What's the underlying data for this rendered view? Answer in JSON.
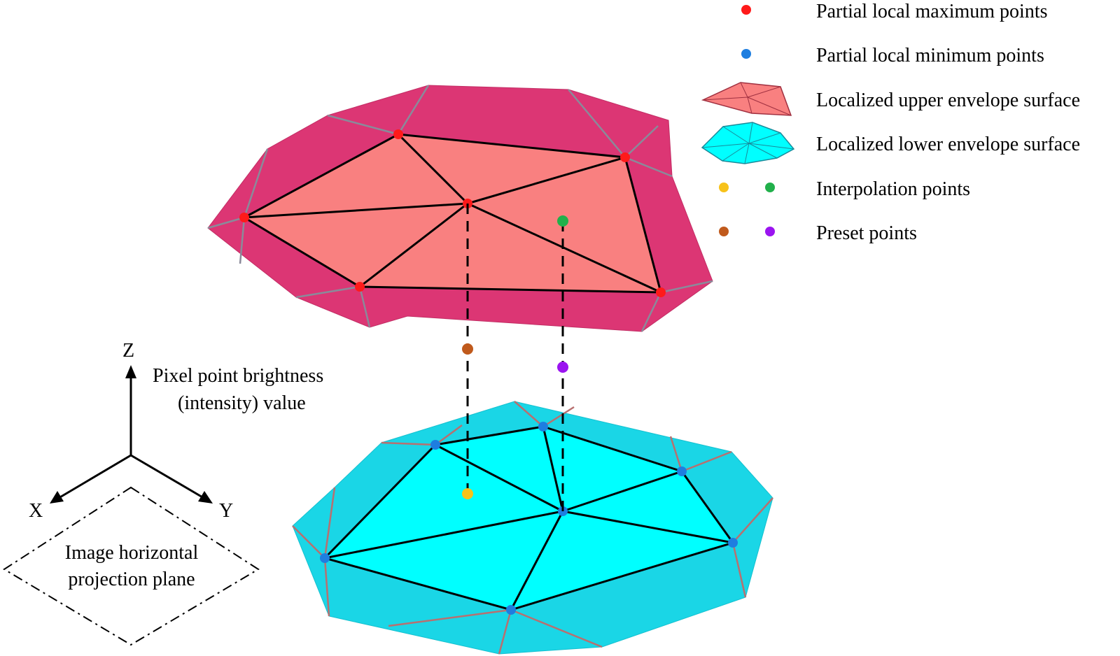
{
  "legend": {
    "max_points": "Partial local maximum points",
    "min_points": "Partial local minimum points",
    "upper_surface": "Localized upper envelope surface",
    "lower_surface": "Localized lower envelope surface",
    "interp_points": "Interpolation points",
    "preset_points": "Preset points"
  },
  "axes": {
    "z": "Z",
    "x": "X",
    "y": "Y",
    "z_desc_line1": "Pixel point brightness",
    "z_desc_line2": "(intensity) value"
  },
  "plane": {
    "line1": "Image horizontal",
    "line2": "projection plane"
  },
  "colors": {
    "upper_outer": "#dc3674",
    "upper_inner": "#f98080",
    "lower_outer": "#1ad6e6",
    "lower_inner": "#00ffff",
    "max_point": "#ff1a1a",
    "min_point": "#1e7ee0",
    "interp_yellow": "#f7c21a",
    "interp_green": "#21b04b",
    "preset_brown": "#c05a1c",
    "preset_purple": "#9b14f0",
    "mesh_line": "#000000",
    "upper_ray": "#8a8a9a",
    "lower_ray": "#b87070"
  }
}
